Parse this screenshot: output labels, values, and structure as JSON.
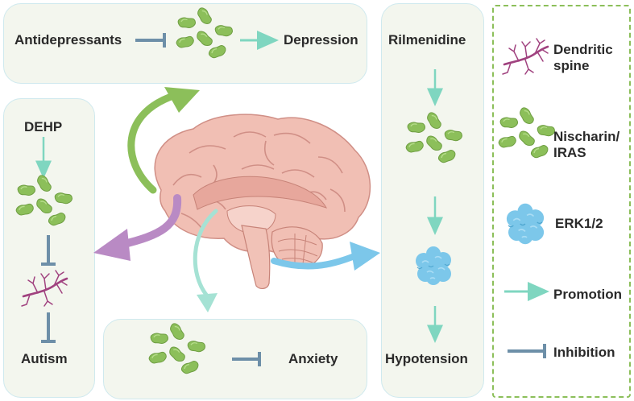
{
  "boxes": {
    "depression_pathway": {
      "drug": "Antidepressants",
      "outcome": "Depression"
    },
    "autism_pathway": {
      "agent": "DEHP",
      "outcome": "Autism"
    },
    "anxiety_pathway": {
      "outcome": "Anxiety"
    },
    "hypotension_pathway": {
      "drug": "Rilmenidine",
      "outcome": "Hypotension"
    }
  },
  "legend": {
    "items": [
      {
        "icon": "dendritic-spine-icon",
        "label_line1": "Dendritic",
        "label_line2": "spine"
      },
      {
        "icon": "nischarin-icon",
        "label_line1": "Nischarin/",
        "label_line2": "IRAS"
      },
      {
        "icon": "erk-icon",
        "label_line1": "ERK1/2",
        "label_line2": ""
      },
      {
        "icon": "promotion-arrow-icon",
        "label_line1": "Promotion",
        "label_line2": ""
      },
      {
        "icon": "inhibition-arrow-icon",
        "label_line1": "Inhibition",
        "label_line2": ""
      }
    ]
  },
  "colors": {
    "box_fill": "#f3f6ee",
    "box_border": "#cfe9ee",
    "promotion": "#7fd6c0",
    "inhibition": "#6d8fa8",
    "nischarin": "#8cbf5a",
    "erk": "#7cc7ea",
    "spine": "#a0427f",
    "legend_border": "#8cbf5a"
  }
}
